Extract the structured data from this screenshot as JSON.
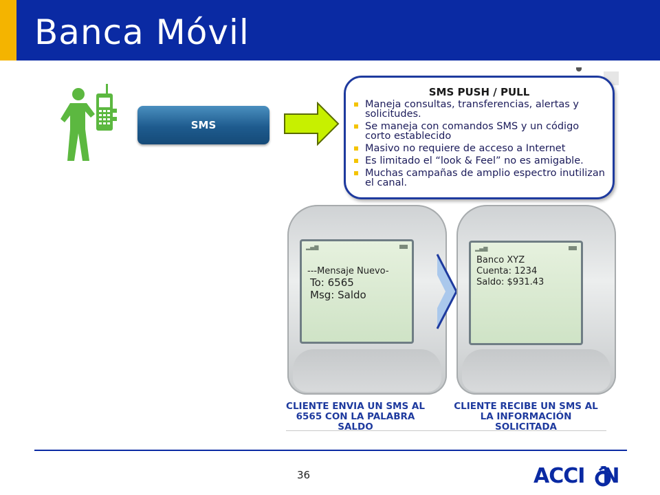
{
  "slide": {
    "title": "Banca Móvil",
    "page_number": "36"
  },
  "diagram": {
    "channel_label": "SMS",
    "info_box": {
      "title": "SMS PUSH / PULL",
      "bullets": [
        "Maneja consultas, transferencias, alertas y solicitudes.",
        "Se maneja con comandos SMS y un código corto establecido",
        "Masivo no requiere de acceso a Internet",
        "Es limitado el “look & Feel” no es amigable.",
        "Muchas campañas de amplio espectro inutilizan el canal."
      ]
    },
    "phone_left": {
      "line1": "---Mensaje Nuevo-",
      "line2": "To: 6565",
      "line3": "Msg: Saldo",
      "caption": "CLIENTE ENVIA UN SMS AL 6565 CON LA PALABRA SALDO"
    },
    "phone_right": {
      "line1": "Banco XYZ",
      "line2": "Cuenta: 1234",
      "line3": "Saldo: $931.43",
      "caption": "CLIENTE RECIBE UN SMS AL LA INFORMACIÓN SOLICITADA"
    }
  },
  "brand": {
    "logo_text_start": "ACCI",
    "logo_text_end": "N",
    "primary_color": "#0a2aa3",
    "accent_color": "#f4b400",
    "arrow_color": "#c7f000",
    "icon_color": "#5cb840"
  }
}
